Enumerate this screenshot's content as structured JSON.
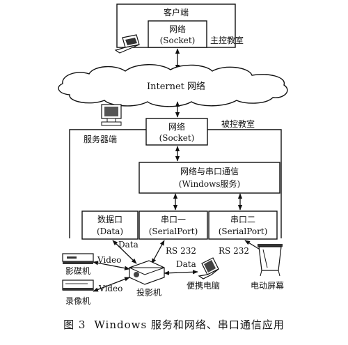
{
  "client": {
    "title": "客户端",
    "network_label_cn": "网络",
    "network_label_en": "(Socket)",
    "room_label": "主控教室"
  },
  "internet": {
    "label": "Internet 网络"
  },
  "server": {
    "title": "服务器端",
    "room_label": "被控教室",
    "network_label_cn": "网络",
    "network_label_en": "(Socket)",
    "service_label_cn": "网络与串口通信",
    "service_label_en": "(Windows服务)",
    "ports": [
      {
        "cn": "数据口",
        "en": "(Data)"
      },
      {
        "cn": "串口一",
        "en": "(SerialPort)"
      },
      {
        "cn": "串口二",
        "en": "(SerialPort)"
      }
    ]
  },
  "devices": {
    "vcd": "影碟机",
    "vcr": "录像机",
    "projector": "投影机",
    "laptop": "便携电脑",
    "screen": "电动屏幕"
  },
  "links": {
    "data_to_projector": "Data",
    "rs232_port1": "RS 232",
    "rs232_port2": "RS 232",
    "video_vcd": "Video",
    "video_vcr": "Video",
    "laptop_data": "Data"
  },
  "caption": {
    "fig_no": "图 3",
    "text": "Windows 服务和网络、串口通信应用"
  }
}
